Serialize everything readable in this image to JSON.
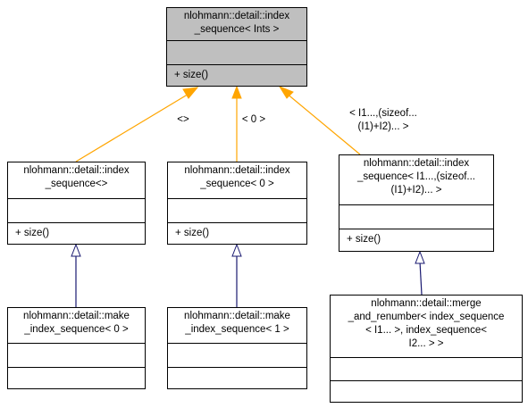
{
  "colors": {
    "inherit_edge": "#191970",
    "template_edge": "#ffa500",
    "highlight_fill": "#bfbfbf"
  },
  "nodes": {
    "root": {
      "title_lines": [
        "nlohmann::detail::index",
        "_sequence< Ints >"
      ],
      "method": "+ size()"
    },
    "seq_empty": {
      "title_lines": [
        "nlohmann::detail::index",
        "_sequence<>"
      ],
      "method": "+ size()"
    },
    "seq_zero": {
      "title_lines": [
        "nlohmann::detail::index",
        "_sequence< 0 >"
      ],
      "method": "+ size()"
    },
    "seq_merge": {
      "title_lines": [
        "nlohmann::detail::index",
        "_sequence< I1...,(sizeof...",
        "(I1)+I2)... >"
      ],
      "method": "+ size()"
    },
    "make_zero": {
      "title_lines": [
        "nlohmann::detail::make",
        "_index_sequence< 0 >"
      ]
    },
    "make_one": {
      "title_lines": [
        "nlohmann::detail::make",
        "_index_sequence< 1 >"
      ]
    },
    "merge_renumber": {
      "title_lines": [
        "nlohmann::detail::merge",
        "_and_renumber< index_sequence",
        "< I1... >, index_sequence<",
        "I2... > >"
      ]
    }
  },
  "edge_labels": {
    "empty": [
      "<>"
    ],
    "zero": [
      "< 0 >"
    ],
    "merge": [
      "< I1...,(sizeof...",
      "(I1)+I2)... >"
    ]
  }
}
